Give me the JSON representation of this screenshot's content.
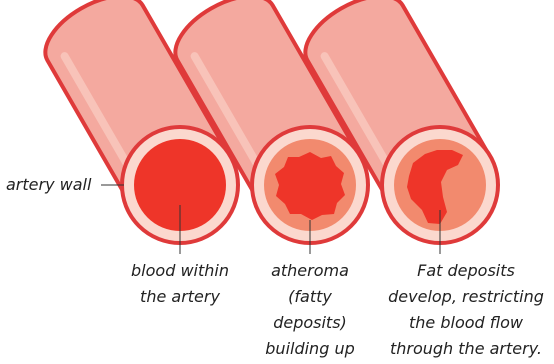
{
  "colors": {
    "outline": "#df3a3a",
    "wall_fill": "#f4a99f",
    "inner_ring": "#fbd8ce",
    "blood": "#ee3529",
    "atheroma": "#f28a6e",
    "text": "#222222",
    "leader": "#333333"
  },
  "labels": {
    "artery_wall": "artery wall",
    "blood_line1": "blood within",
    "blood_line2": "the artery",
    "atheroma_line1": "atheroma",
    "atheroma_line2": "(fatty",
    "atheroma_line3": "deposits)",
    "atheroma_line4": "building up",
    "fat_line1": "Fat deposits",
    "fat_line2": "develop, restricting",
    "fat_line3": "the blood flow",
    "fat_line4": "through the artery."
  }
}
